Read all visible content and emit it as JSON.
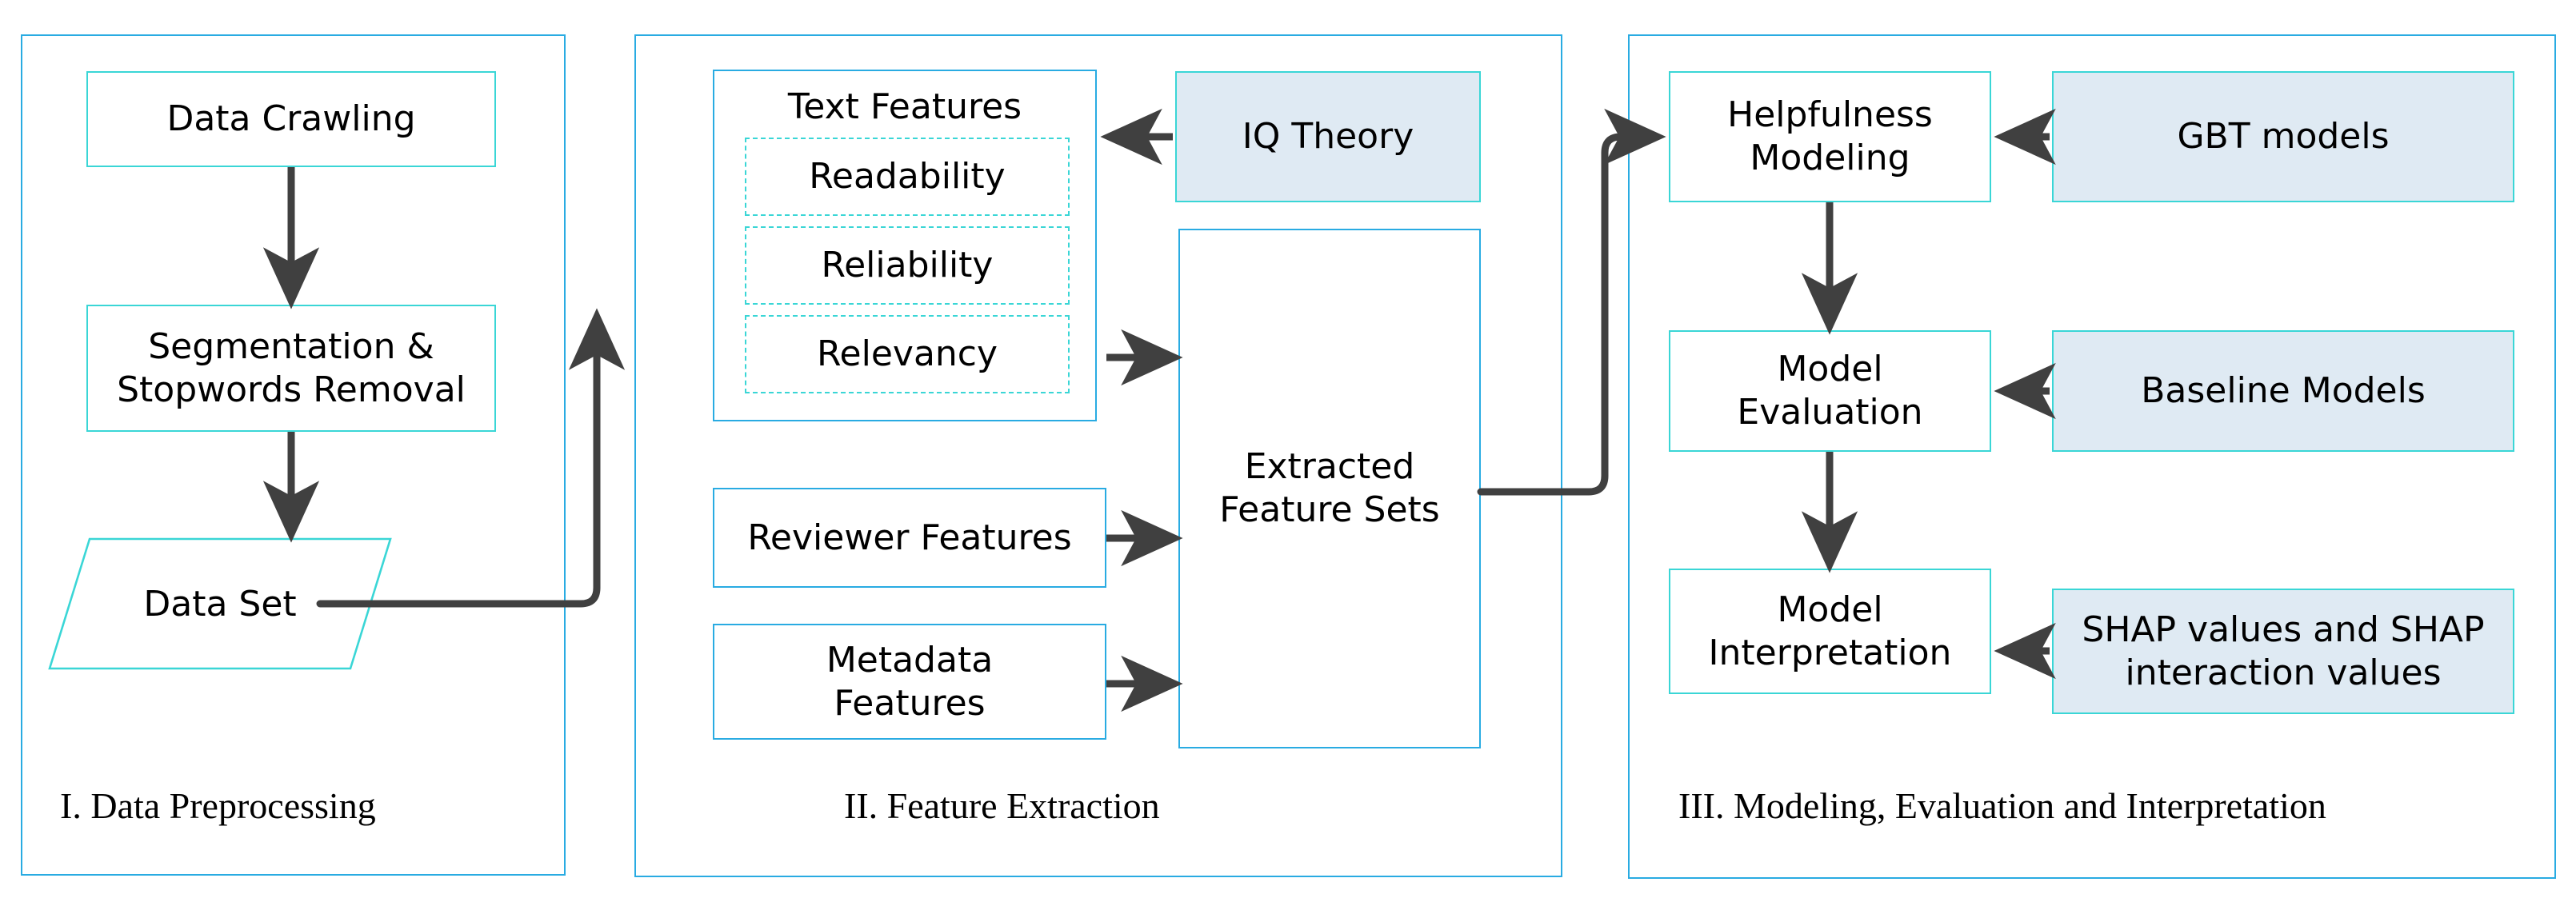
{
  "diagram": {
    "title_present": false,
    "colors": {
      "panel_border": "#29abe2",
      "node_border": "#3ad6d6",
      "filled_node_bg": "#dfeaf3",
      "arrow": "#404040",
      "text": "#000000",
      "background": "#ffffff"
    }
  },
  "panels": [
    {
      "id": "panel-1",
      "label": "I. Data Preprocessing"
    },
    {
      "id": "panel-2",
      "label": "II. Feature Extraction"
    },
    {
      "id": "panel-3",
      "label": "III. Modeling, Evaluation and Interpretation"
    }
  ],
  "nodes": {
    "data_crawling": "Data Crawling",
    "segmentation_stopwords": "Segmentation &\nStopwords Removal",
    "data_set": "Data Set",
    "text_features_title": "Text Features",
    "readability": "Readability",
    "reliability": "Reliability",
    "relevancy": "Relevancy",
    "reviewer_features": "Reviewer Features",
    "metadata_features": "Metadata\nFeatures",
    "iq_theory": "IQ Theory",
    "extracted_feature_sets": "Extracted\nFeature Sets",
    "helpfulness_modeling": "Helpfulness\nModeling",
    "model_evaluation": "Model\nEvaluation",
    "model_interpretation": "Model\nInterpretation",
    "gbt_models": "GBT models",
    "baseline_models": "Baseline Models",
    "shap_values": "SHAP values and SHAP\ninteraction values"
  },
  "edges": [
    {
      "id": "edge-crawling-to-segmentation",
      "from": "data_crawling",
      "to": "segmentation_stopwords",
      "kind": "arrow-down"
    },
    {
      "id": "edge-segmentation-to-dataset",
      "from": "segmentation_stopwords",
      "to": "data_set",
      "kind": "arrow-down"
    },
    {
      "id": "edge-dataset-to-featureextraction",
      "from": "data_set",
      "to": "panel-2",
      "kind": "elbow-right-up"
    },
    {
      "id": "edge-iqtheory-to-textfeatures",
      "from": "iq_theory",
      "to": "text_features_title",
      "kind": "arrow-left"
    },
    {
      "id": "edge-relevancy-to-extracted",
      "from": "relevancy",
      "to": "extracted_feature_sets",
      "kind": "arrow-right"
    },
    {
      "id": "edge-reviewer-to-extracted",
      "from": "reviewer_features",
      "to": "extracted_feature_sets",
      "kind": "arrow-right"
    },
    {
      "id": "edge-metadata-to-extracted",
      "from": "metadata_features",
      "to": "extracted_feature_sets",
      "kind": "arrow-right"
    },
    {
      "id": "edge-extracted-to-helpfulness",
      "from": "extracted_feature_sets",
      "to": "helpfulness_modeling",
      "kind": "elbow-right-up"
    },
    {
      "id": "edge-gbt-to-helpfulness",
      "from": "gbt_models",
      "to": "helpfulness_modeling",
      "kind": "arrow-left"
    },
    {
      "id": "edge-helpfulness-to-evaluation",
      "from": "helpfulness_modeling",
      "to": "model_evaluation",
      "kind": "arrow-down"
    },
    {
      "id": "edge-baseline-to-evaluation",
      "from": "baseline_models",
      "to": "model_evaluation",
      "kind": "arrow-left"
    },
    {
      "id": "edge-evaluation-to-interpretation",
      "from": "model_evaluation",
      "to": "model_interpretation",
      "kind": "arrow-down"
    },
    {
      "id": "edge-shap-to-interpretation",
      "from": "shap_values",
      "to": "model_interpretation",
      "kind": "arrow-left"
    }
  ]
}
